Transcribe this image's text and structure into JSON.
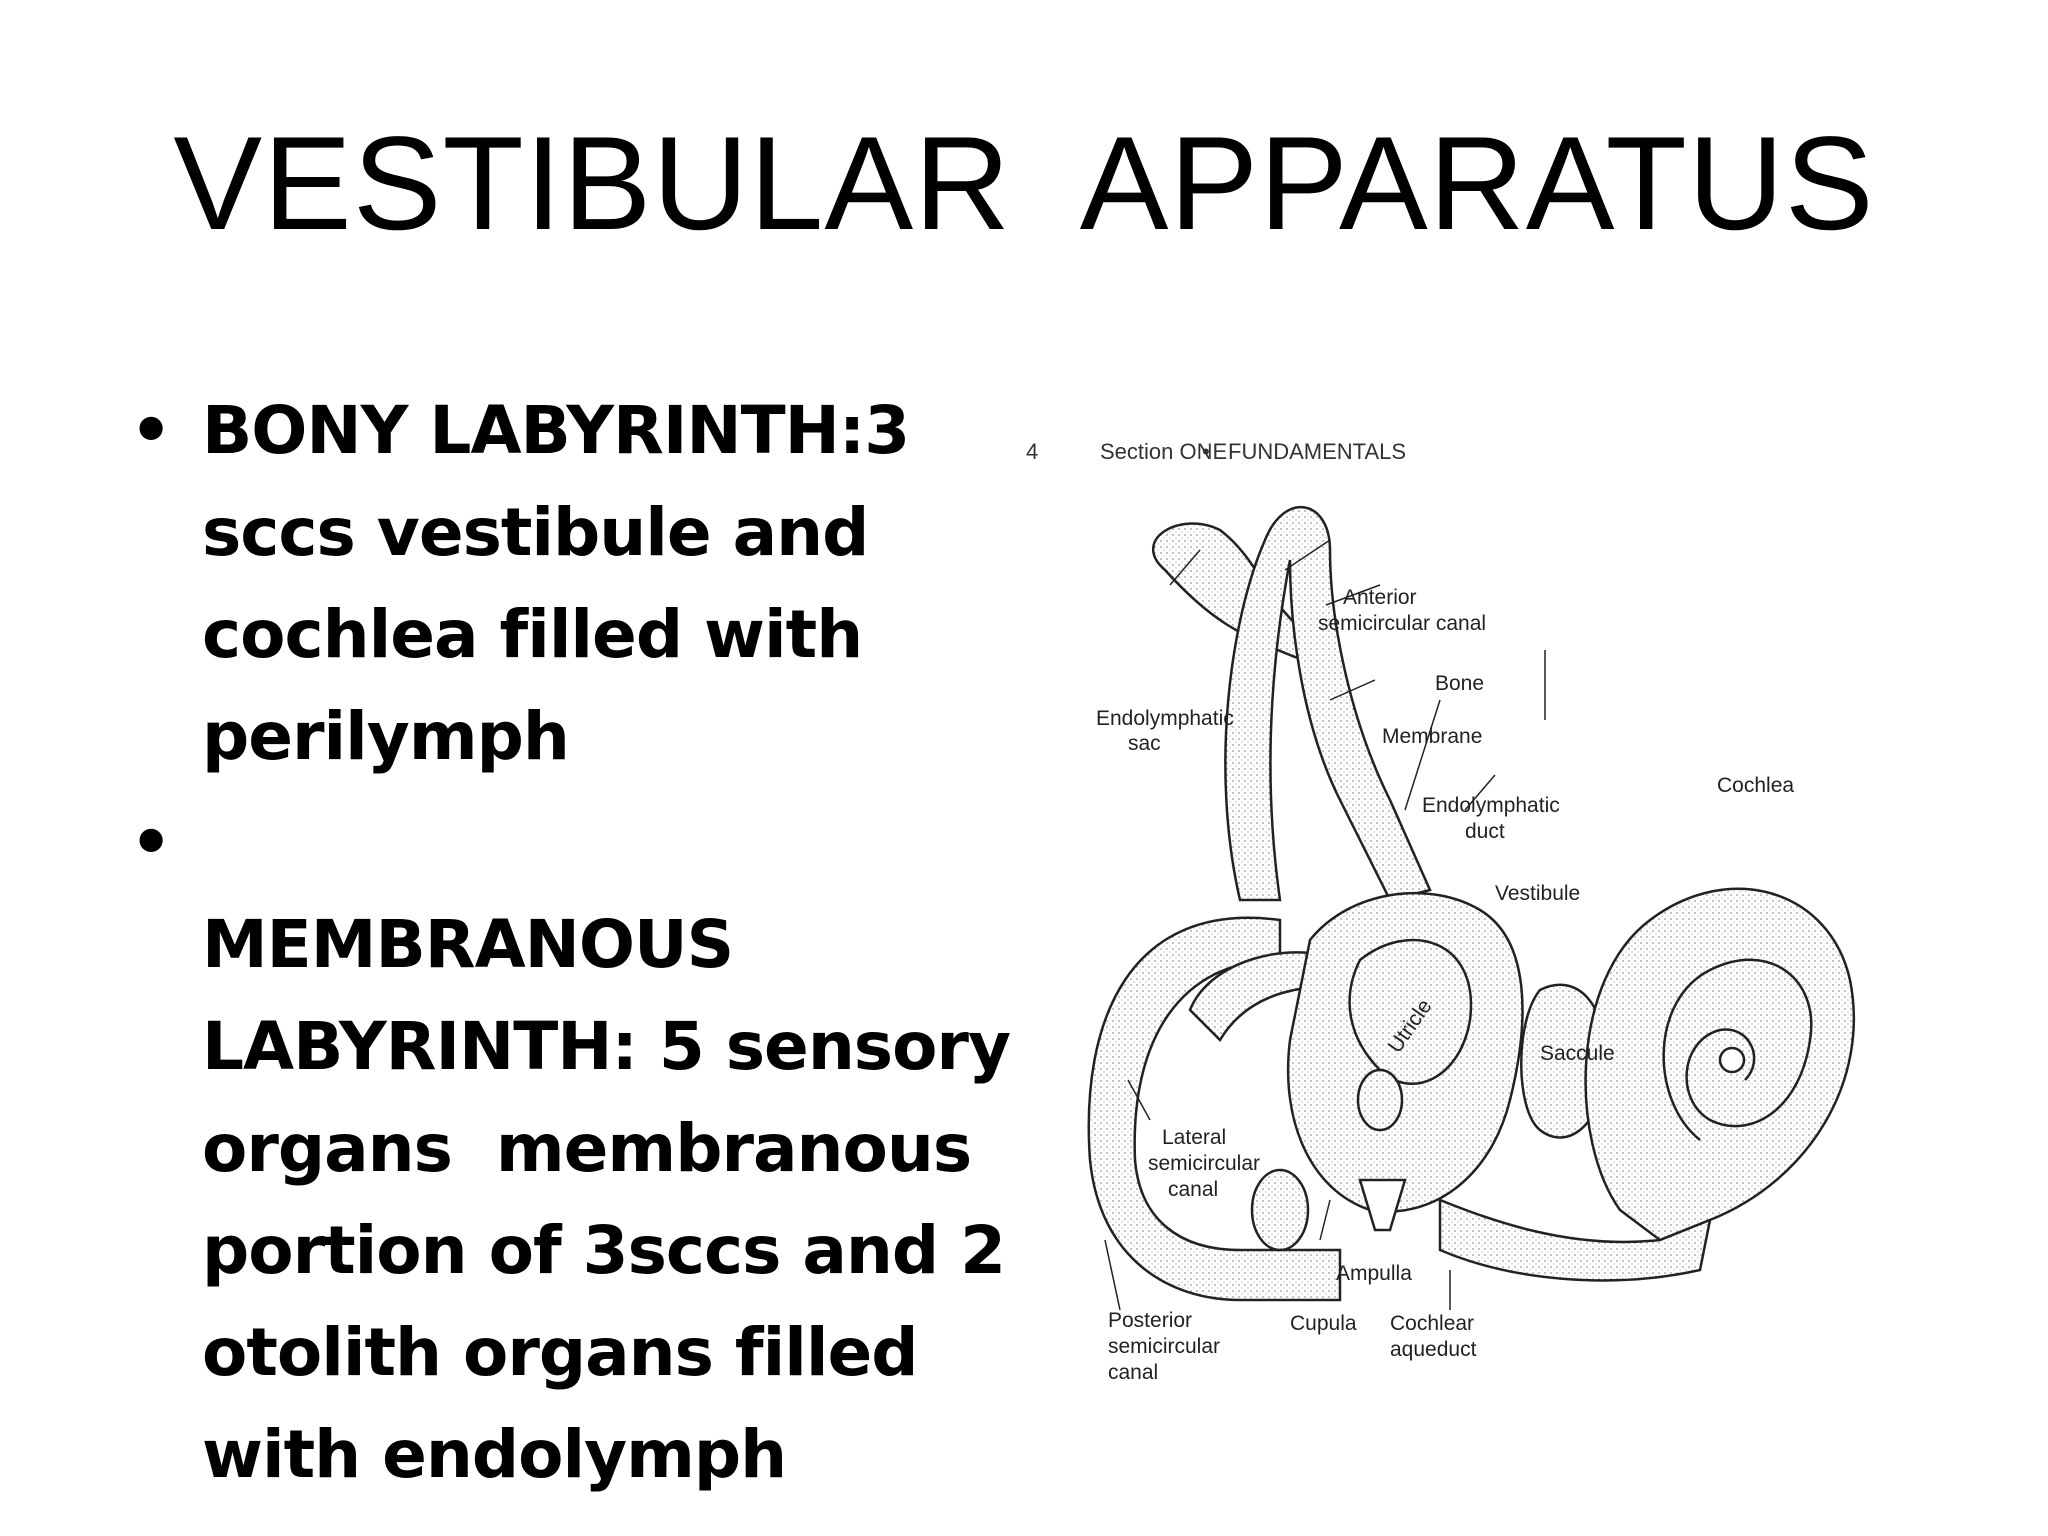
{
  "slide": {
    "title": "VESTIBULAR  APPARATUS",
    "bullets": [
      {
        "bullet_char": "•",
        "lines": [
          "BONY LABYRINTH:3",
          "sccs vestibule and",
          "cochlea filled with",
          "perilymph"
        ]
      },
      {
        "bullet_char": "•",
        "lines": [
          "",
          "MEMBRANOUS",
          "LABYRINTH: 5 sensory",
          "organs  membranous",
          "portion of 3sccs and 2",
          "otolith organs filled",
          "with endolymph"
        ]
      }
    ]
  },
  "figure": {
    "header": {
      "page_number": "4",
      "section": "Section ONE",
      "separator": "•",
      "chapter": "FUNDAMENTALS"
    },
    "labels": {
      "anterior_canal": [
        "Anterior",
        "semicircular canal"
      ],
      "bone": "Bone",
      "membrane": "Membrane",
      "endolymphatic_sac": [
        "Endolymphatic",
        "sac"
      ],
      "cochlea": "Cochlea",
      "endolymphatic_duct": [
        "Endolymphatic",
        "duct"
      ],
      "vestibule": "Vestibule",
      "utricle": "Utricle",
      "saccule": "Saccule",
      "lateral_canal": [
        "Lateral",
        "semicircular",
        "canal"
      ],
      "ampulla": "Ampulla",
      "posterior_canal": [
        "Posterior",
        "semicircular",
        "canal"
      ],
      "cupula": "Cupula",
      "cochlear_aqueduct": [
        "Cochlear",
        "aqueduct"
      ]
    },
    "colors": {
      "ink": "#222222",
      "stipple": "#8a8a8a"
    }
  }
}
